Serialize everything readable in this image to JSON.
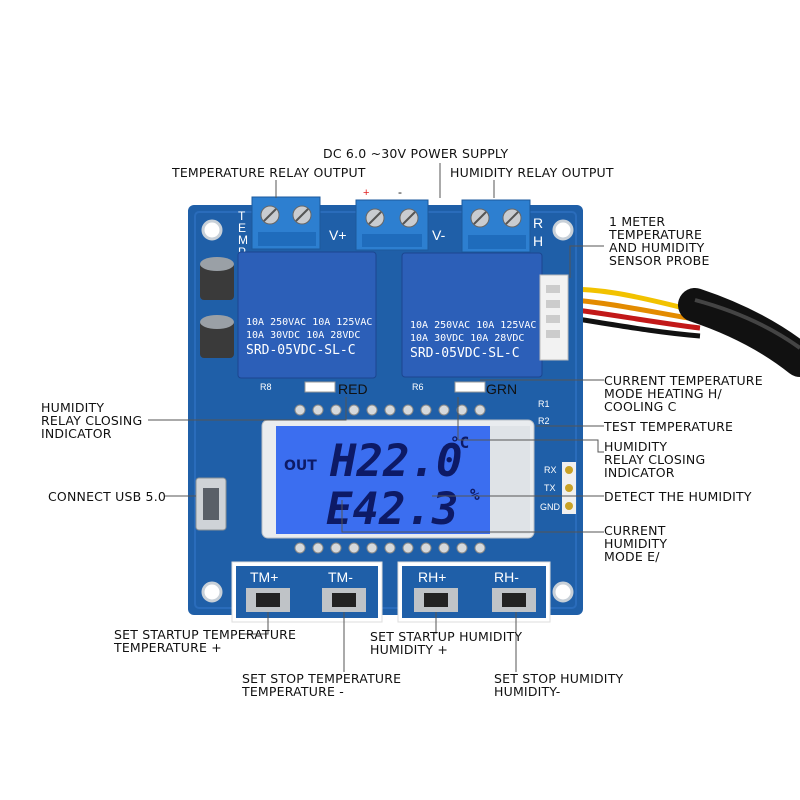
{
  "callouts": {
    "power_supply": "DC 6.0 ~30V POWER SUPPLY",
    "temp_relay_output": "TEMPERATURE RELAY OUTPUT",
    "humidity_relay_output": "HUMIDITY RELAY OUTPUT",
    "sensor_probe": [
      "1 METER",
      "TEMPERATURE",
      "AND HUMIDITY",
      "SENSOR PROBE"
    ],
    "humidity_relay_closing_left": [
      "HUMIDITY",
      "RELAY CLOSING",
      "INDICATOR"
    ],
    "current_temp_mode": [
      "CURRENT TEMPERATURE",
      "MODE HEATING H/",
      "COOLING C"
    ],
    "test_temperature": "TEST TEMPERATURE",
    "humidity_relay_closing_right": [
      "HUMIDITY",
      "RELAY CLOSING",
      "INDICATOR"
    ],
    "connect_usb": "CONNECT USB 5.0",
    "detect_humidity": "DETECT THE HUMIDITY",
    "current_humidity_mode": [
      "CURRENT",
      "HUMIDITY",
      "MODE E/"
    ],
    "set_start_temp": [
      "SET STARTUP TEMPERATURE",
      "TEMPERATURE +"
    ],
    "set_stop_temp": [
      "SET STOP TEMPERATURE",
      "TEMPERATURE -"
    ],
    "set_start_humidity": [
      "SET STARTUP HUMIDITY",
      "HUMIDITY +"
    ],
    "set_stop_humidity": [
      "SET STOP HUMIDITY",
      "HUMIDITY-"
    ]
  },
  "board": {
    "pcb_color": "#1f5fa8",
    "terminal_color": "#2d7fd0",
    "relay_color": "#2c5fb8",
    "lcd_color": "#3b6ef0",
    "silk_plus": "+",
    "silk_minus": "-",
    "silk_vplus": "V+",
    "silk_vminus": "V-",
    "silk_temp": [
      "T",
      "E",
      "M",
      "P"
    ],
    "silk_rh": [
      "R",
      "H"
    ],
    "silk_red": "RED",
    "silk_grn": "GRN",
    "silk_r8": "R8",
    "silk_r6": "R6",
    "silk_r1": "R1",
    "silk_r2": "R2",
    "silk_rx": "RX",
    "silk_tx": "TX",
    "silk_gnd": "GND",
    "relay_lines": [
      "10A 250VAC  10A 125VAC",
      "10A  30VDC  10A  28VDC",
      "SRD-05VDC-SL-C"
    ],
    "buttons": [
      "TM+",
      "TM-",
      "RH+",
      "RH-"
    ]
  },
  "lcd": {
    "out_label": "OUT",
    "line1": "H22.0",
    "unit1": "°C",
    "line2": "E42.3",
    "unit2": "%"
  }
}
